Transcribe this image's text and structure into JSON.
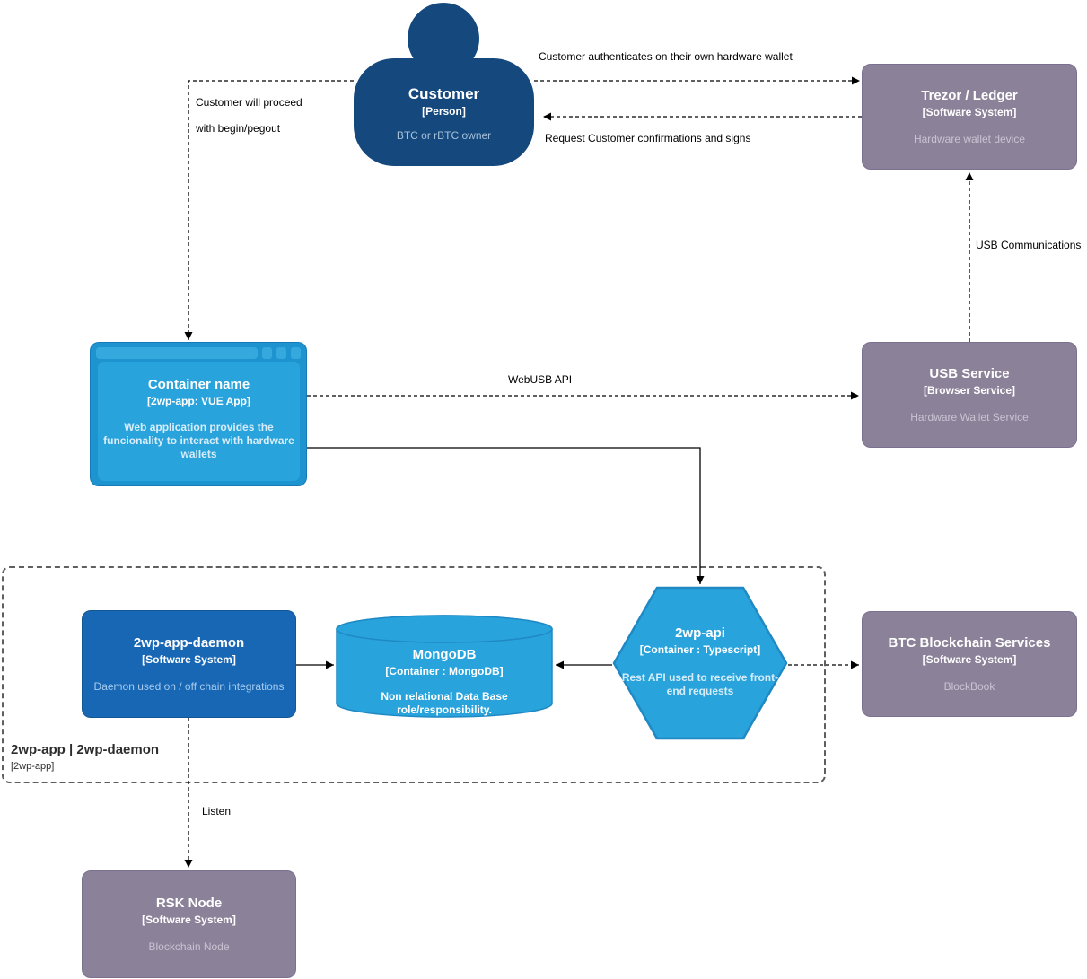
{
  "nodes": {
    "customer": {
      "title": "Customer",
      "subtitle": "[Person]",
      "description": "BTC or rBTC owner"
    },
    "trezor": {
      "title": "Trezor / Ledger",
      "subtitle": "[Software System]",
      "description": "Hardware wallet device"
    },
    "webapp": {
      "title": "Container name",
      "subtitle": "[2wp-app: VUE App]",
      "description": "Web application provides the funcionality to interact with hardware wallets"
    },
    "usb_service": {
      "title": "USB Service",
      "subtitle": "[Browser Service]",
      "description": "Hardware Wallet Service"
    },
    "daemon": {
      "title": "2wp-app-daemon",
      "subtitle": "[Software System]",
      "description": "Daemon used on / off chain integrations"
    },
    "mongodb": {
      "title": "MongoDB",
      "subtitle": "[Container : MongoDB]",
      "description": "Non relational Data Base role/responsibility."
    },
    "api": {
      "title": "2wp-api",
      "subtitle": "[Container : Typescript]",
      "description": "Rest API used to receive front-end requests"
    },
    "btc": {
      "title": "BTC Blockchain Services",
      "subtitle": "[Software System]",
      "description": "BlockBook"
    },
    "rsk": {
      "title": "RSK Node",
      "subtitle": "[Software System]",
      "description": "Blockchain Node"
    }
  },
  "boundary": {
    "title": "2wp-app | 2wp-daemon",
    "subtitle": "[2wp-app]"
  },
  "labels": {
    "authenticate": "Customer authenticates on their own hardware wallet",
    "request_confirm": "Request Customer confirmations and signs",
    "proceed_line1": "Customer will proceed",
    "proceed_line2": "with begin/pegout",
    "usb_comm": "USB Communications",
    "webusb": "WebUSB API",
    "listen": "Listen"
  },
  "colors": {
    "person_fill": "#15497E",
    "system_blue_fill": "#1767B5",
    "container_blue_fill": "#29A3DC",
    "browser_frame_fill": "#1D93D0",
    "external_gray_fill": "#8B8198",
    "edge_color": "#000000",
    "boundary_color": "#5F5F5F"
  }
}
